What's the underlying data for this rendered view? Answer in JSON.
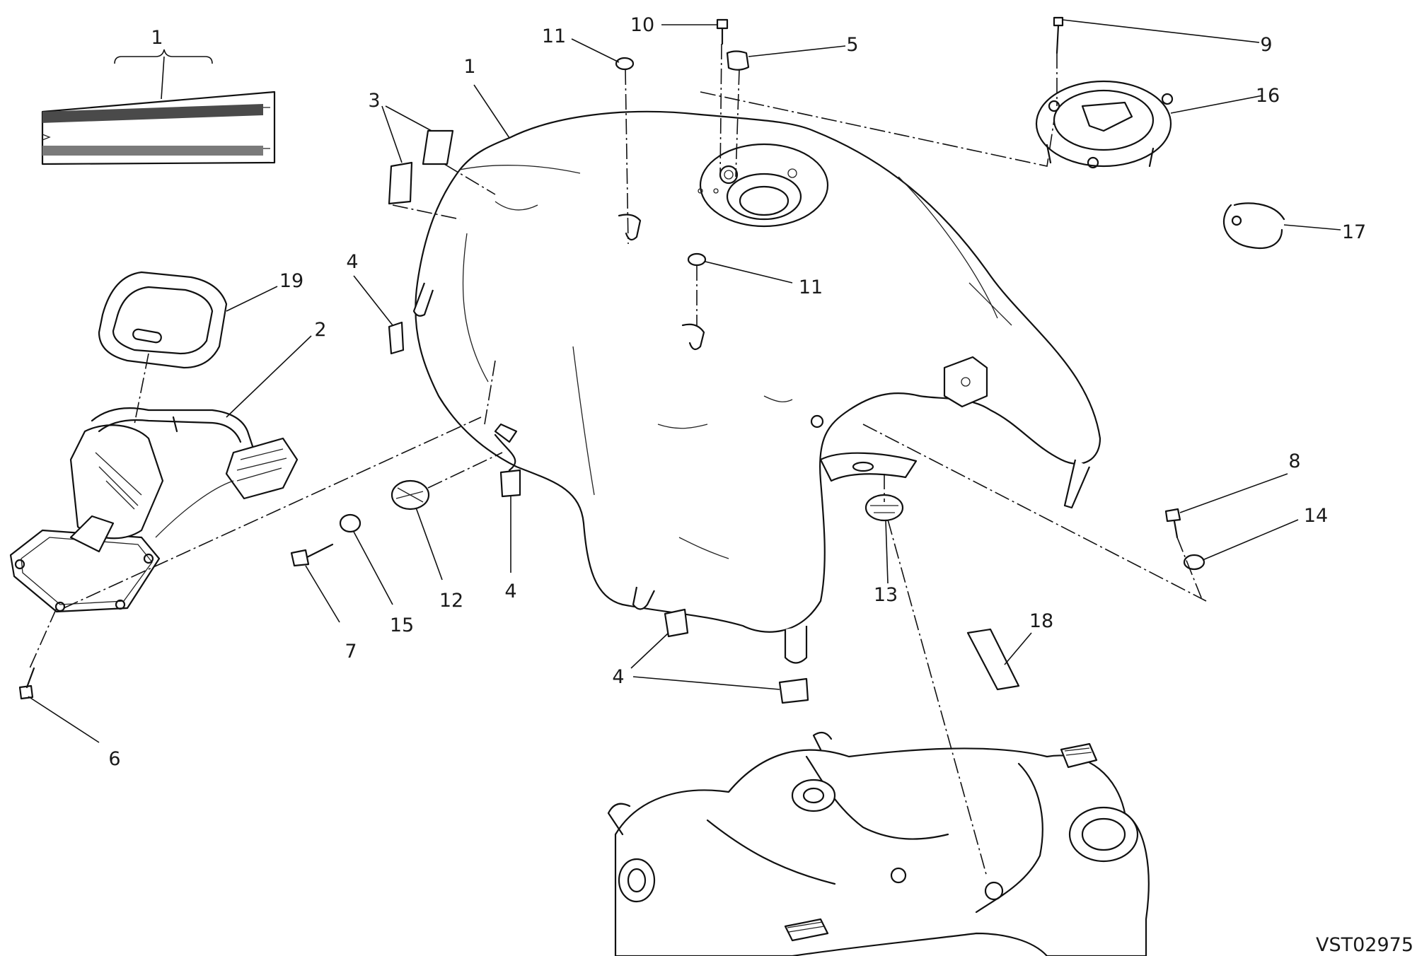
{
  "callouts": [
    {
      "id": "c1a",
      "label": "1"
    },
    {
      "id": "c1b",
      "label": "1"
    },
    {
      "id": "c2",
      "label": "2"
    },
    {
      "id": "c3",
      "label": "3"
    },
    {
      "id": "c4a",
      "label": "4"
    },
    {
      "id": "c4b",
      "label": "4"
    },
    {
      "id": "c4c",
      "label": "4"
    },
    {
      "id": "c5",
      "label": "5"
    },
    {
      "id": "c6",
      "label": "6"
    },
    {
      "id": "c7",
      "label": "7"
    },
    {
      "id": "c8",
      "label": "8"
    },
    {
      "id": "c9",
      "label": "9"
    },
    {
      "id": "c10",
      "label": "10"
    },
    {
      "id": "c11a",
      "label": "11"
    },
    {
      "id": "c11b",
      "label": "11"
    },
    {
      "id": "c12",
      "label": "12"
    },
    {
      "id": "c13",
      "label": "13"
    },
    {
      "id": "c14",
      "label": "14"
    },
    {
      "id": "c15",
      "label": "15"
    },
    {
      "id": "c16",
      "label": "16"
    },
    {
      "id": "c17",
      "label": "17"
    },
    {
      "id": "c18",
      "label": "18"
    },
    {
      "id": "c19",
      "label": "19"
    }
  ],
  "drawing_code": "VST02975",
  "colors": {
    "line": "#111111",
    "background": "#ffffff",
    "decal_stripe": "#7a7a7a"
  }
}
